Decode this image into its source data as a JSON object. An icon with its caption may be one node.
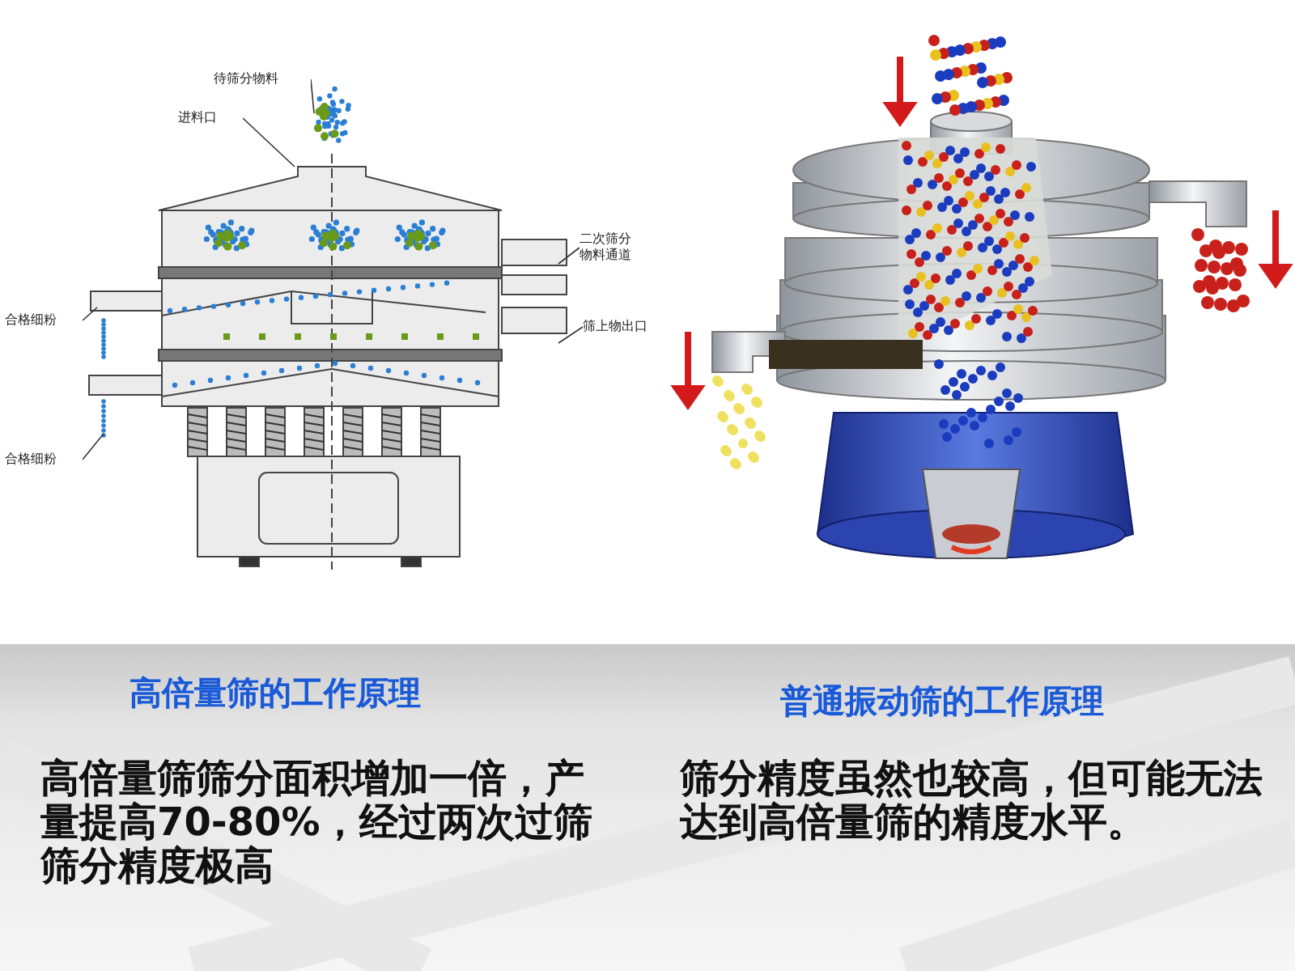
{
  "diagram": {
    "nodes": [
      {
        "text": [
          "待筛分物料"
        ]
      },
      {
        "text": [
          "进料口"
        ]
      },
      {
        "text": [
          "二次筛分物料通道"
        ]
      },
      {
        "text": [
          "合格细粉"
        ]
      },
      {
        "text": [
          "筛上物出口"
        ]
      },
      {
        "text": [
          "合格细粉"
        ]
      }
    ],
    "edges": [
      {
        "from": 0,
        "to": null,
        "arrow": "none"
      },
      {
        "from": 1,
        "to": null,
        "arrow": "none"
      },
      {
        "from": 2,
        "to": null,
        "arrow": "none"
      },
      {
        "from": 3,
        "to": null,
        "arrow": "none"
      },
      {
        "from": 4,
        "to": null,
        "arrow": "none"
      },
      {
        "from": 5,
        "to": null,
        "arrow": "none"
      }
    ],
    "labels": [
      "高倍量筛的工作原理",
      "普通振动筛的工作原理",
      "高倍量筛筛分面积增加一倍，产量提高70-80%，经过两次过筛筛分精度极高",
      "筛分精度虽然也较高，但可能无法达到高倍量筛的精度水平。"
    ]
  }
}
